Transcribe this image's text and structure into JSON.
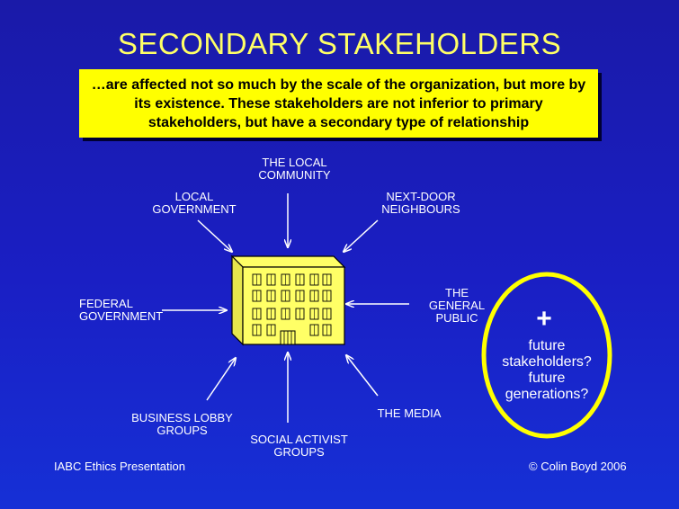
{
  "slide": {
    "title": "SECONDARY STAKEHOLDERS",
    "callout": "…are affected not so much by the scale of the organization, but more by its existence. These stakeholders are not inferior to primary stakeholders, but have a secondary type of relationship",
    "stakeholders": {
      "local_community": "THE LOCAL\nCOMMUNITY",
      "local_government": "LOCAL\nGOVERNMENT",
      "next_door_neighbours": "NEXT-DOOR\nNEIGHBOURS",
      "federal_government": "FEDERAL\nGOVERNMENT",
      "general_public": "THE\nGENERAL\nPUBLIC",
      "business_lobby_groups": "BUSINESS LOBBY\nGROUPS",
      "social_activist_groups": "SOCIAL ACTIVIST\nGROUPS",
      "media": "THE MEDIA"
    },
    "plus_sign": "+",
    "future_text": "future\nstakeholders?\nfuture\ngenerations?",
    "footer_left": "IABC Ethics Presentation",
    "footer_right": "© Colin Boyd 2006"
  },
  "colors": {
    "background": "#1a1fc4",
    "title": "#ffff66",
    "callout_fill": "#ffff00",
    "building": "#ffff66",
    "arrows": "#ffffff",
    "ring": "#ffff00"
  },
  "icons": {
    "building": "office-building-icon"
  }
}
